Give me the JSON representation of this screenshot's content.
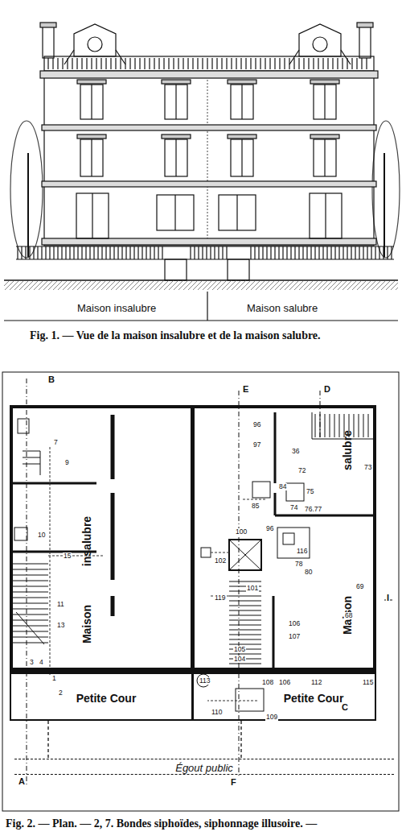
{
  "diagram": {
    "caption": "Fig. 2. — Plan. — 2, 7. Bondes siphoïdes, siphonnage illusoire. —",
    "nodes": [
      {
        "text": [
          "insalubre",
          "Maison"
        ]
      },
      {
        "text": [
          "salubre",
          "Maison"
        ]
      },
      {
        "text": [
          "Petite Cour"
        ]
      },
      {
        "text": [
          "Petite Cour"
        ]
      },
      {
        "text": [
          "Égout public"
        ]
      }
    ],
    "edges": [
      {
        "from": 2,
        "to": 4,
        "arrow": "none"
      },
      {
        "from": 3,
        "to": 4,
        "arrow": "none"
      }
    ],
    "labels": [
      "Maison insalubre",
      "Maison salubre",
      "Fig. 1. — Vue de la maison insalubre et de la maison salubre.",
      "B",
      "E",
      "D",
      "A",
      "F",
      "C",
      "I",
      "7",
      "9",
      "10",
      "15",
      "11",
      "13",
      "3",
      "4",
      "1",
      "2",
      "96",
      "97",
      "36",
      "72",
      "73",
      "75",
      "74",
      "76.77",
      "85",
      "84",
      "102",
      "100",
      "96",
      "116",
      "78",
      "80",
      "119",
      "101",
      "69",
      "68",
      "106",
      "107",
      "105",
      "104",
      "108",
      "106",
      "112",
      "115",
      "113",
      "110",
      "109"
    ]
  }
}
